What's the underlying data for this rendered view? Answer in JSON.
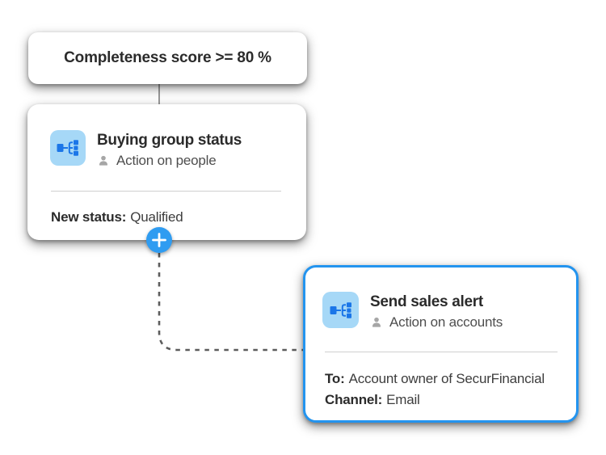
{
  "canvas": {
    "background": "#ffffff",
    "description": "journey workflow canvas with three nodes"
  },
  "colors": {
    "card_background": "#ffffff",
    "selected_card_border": "#2394ef",
    "action_icon_background": "#a6d8f7",
    "action_icon_glyph": "#1b76e8",
    "plus_button_background": "#2f9cf1",
    "plus_button_glyph": "#ffffff",
    "divider": "#cfcfcf",
    "dashed_connector": "#5c5c5c",
    "solid_connector": "#9a9a9a",
    "title_text": "#2b2b2b",
    "subtitle_text": "#4e4e4e",
    "person_icon": "#a6a6a6"
  },
  "icons": {
    "node_type": "buying-group-hierarchy-icon",
    "subtitle": "person-icon",
    "add": "plus-icon"
  },
  "nodes": {
    "condition": {
      "title": "Completeness score >= 80 %"
    },
    "buying_group": {
      "title": "Buying group status",
      "subtitle": "Action on people",
      "fields": [
        {
          "label": "New status:",
          "value": "Qualified"
        }
      ]
    },
    "sales_alert": {
      "title": "Send sales alert",
      "subtitle": "Action on accounts",
      "selected": true,
      "fields": [
        {
          "label": "To:",
          "value": "Account owner of SecurFinancial"
        },
        {
          "label": "Channel:",
          "value": "Email"
        }
      ]
    }
  }
}
